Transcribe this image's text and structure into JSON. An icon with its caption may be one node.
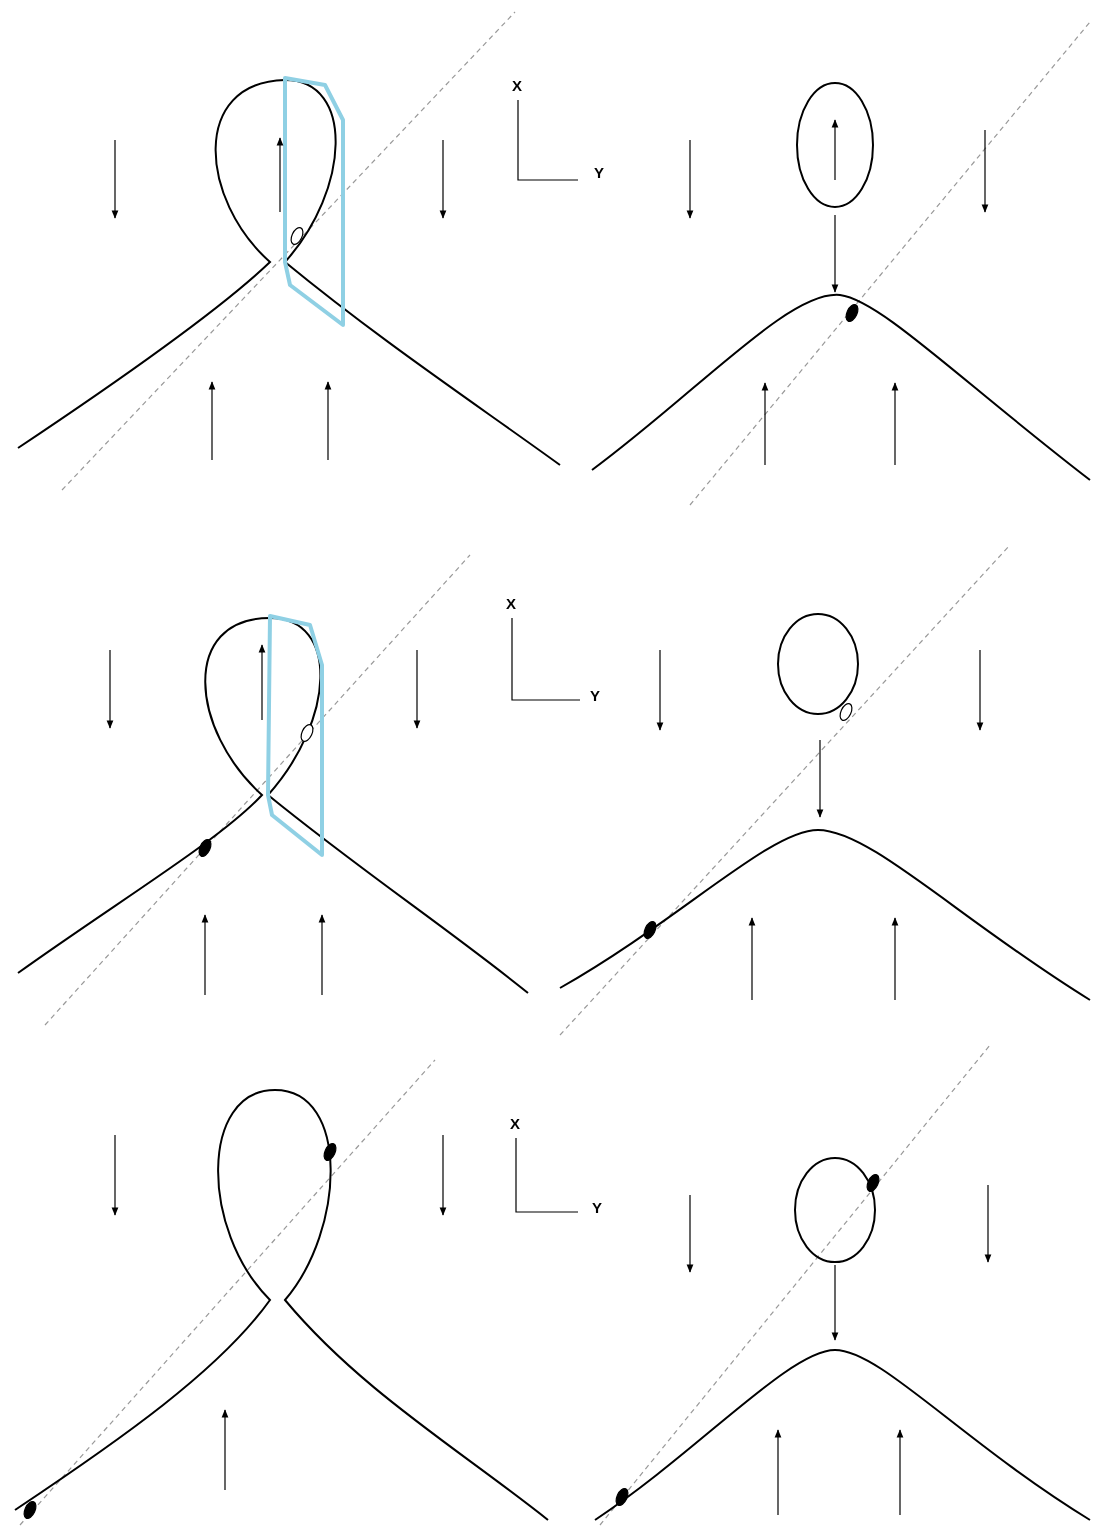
{
  "diagram": {
    "labels": [
      "X",
      "Y",
      "X",
      "Y",
      "X",
      "Y"
    ]
  }
}
